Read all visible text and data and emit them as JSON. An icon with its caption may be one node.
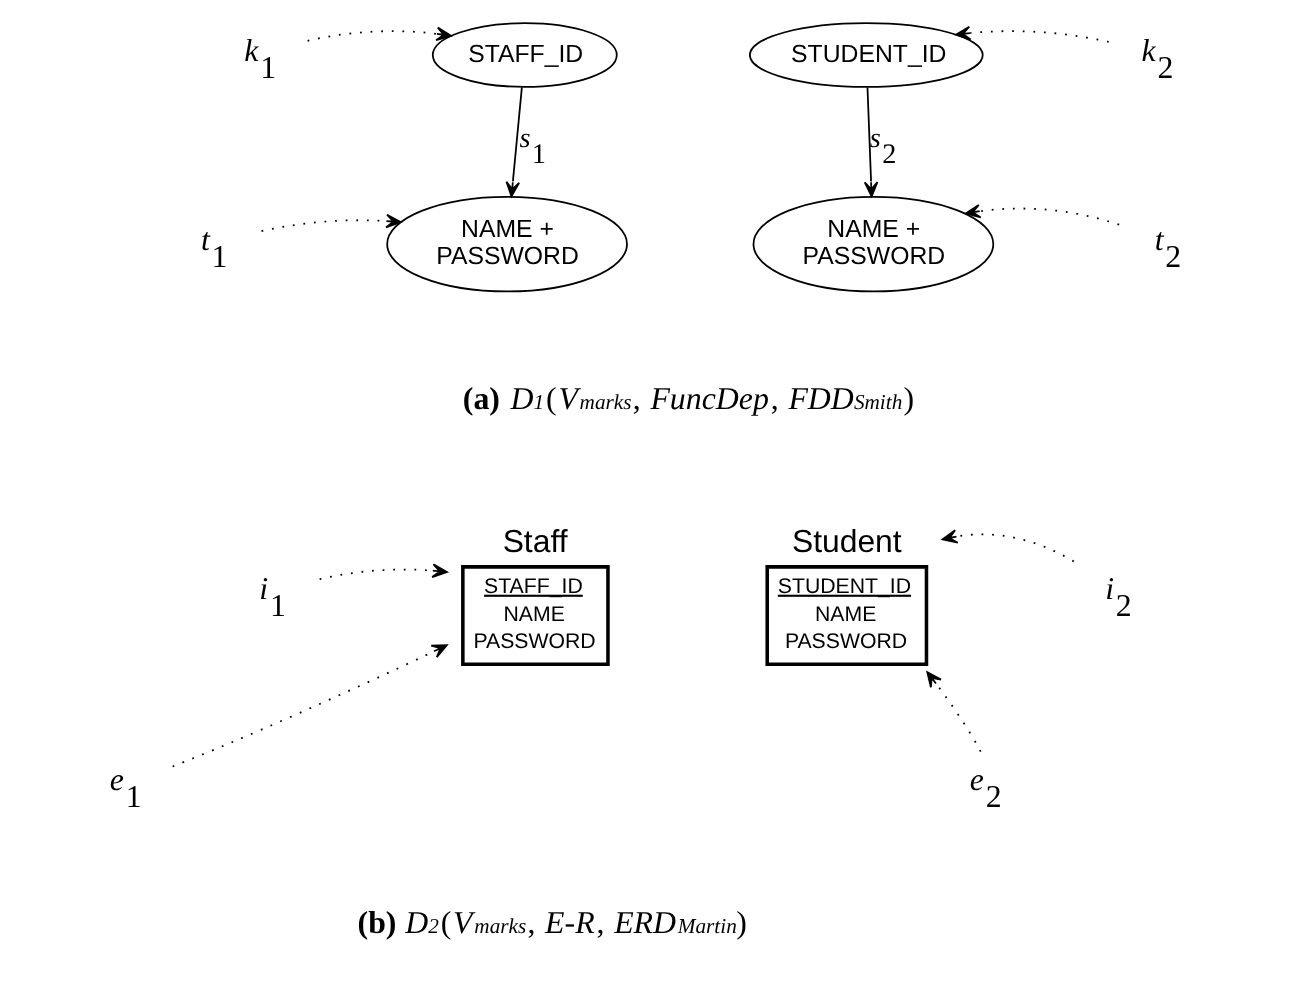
{
  "diagram": {
    "nodes": [
      {
        "text": [
          "*k*$_{1}$"
        ]
      },
      {
        "text": [
          "STAFF_ID"
        ]
      },
      {
        "text": [
          "STUDENT_ID"
        ]
      },
      {
        "text": [
          "*k*$_{2}$"
        ]
      },
      {
        "text": [
          "*t*$_{1}$"
        ]
      },
      {
        "text": [
          "NAME + PASSWORD"
        ]
      },
      {
        "text": [
          "NAME + PASSWORD"
        ]
      },
      {
        "text": [
          "*t*$_{2}$"
        ]
      },
      {
        "text": [
          "*i*$_{1}$"
        ]
      },
      {
        "text": [
          "Staff",
          "STAFF_ID",
          "NAME",
          "PASSWORD"
        ]
      },
      {
        "text": [
          "Student",
          "STUDENT_ID",
          "NAME",
          "PASSWORD"
        ]
      },
      {
        "text": [
          "*i*$_{2}$"
        ]
      },
      {
        "text": [
          "*e*$_{1}$"
        ]
      },
      {
        "text": [
          "*e*$_{2}$"
        ]
      }
    ],
    "edges": [
      {
        "from": 0,
        "to": 1,
        "arrow": "to",
        "style": "dashed"
      },
      {
        "from": 3,
        "to": 2,
        "arrow": "to",
        "style": "dashed"
      },
      {
        "from": 1,
        "to": 5,
        "arrow": "to",
        "label": "*s*$_{1}$"
      },
      {
        "from": 2,
        "to": 6,
        "arrow": "to",
        "label": "*s*$_{2}$"
      },
      {
        "from": 4,
        "to": 5,
        "arrow": "to",
        "style": "dashed"
      },
      {
        "from": 7,
        "to": 6,
        "arrow": "to",
        "style": "dashed"
      },
      {
        "from": 8,
        "to": 9,
        "arrow": "to",
        "style": "dashed"
      },
      {
        "from": 11,
        "to": 10,
        "arrow": "to",
        "style": "dashed"
      },
      {
        "from": 12,
        "to": 9,
        "arrow": "to",
        "style": "dashed"
      },
      {
        "from": 13,
        "to": 10,
        "arrow": "to",
        "style": "dashed"
      }
    ],
    "labels": [
      "**(a)** *D*$_{1}$(*V*$_{marks}$, *FuncDep*, *FDD*$_{Smith}$)",
      "**(b)** *D*$_{2}$(*V*$_{marks}$, *E-R*, *ERD*$_{Martin}$)"
    ]
  }
}
